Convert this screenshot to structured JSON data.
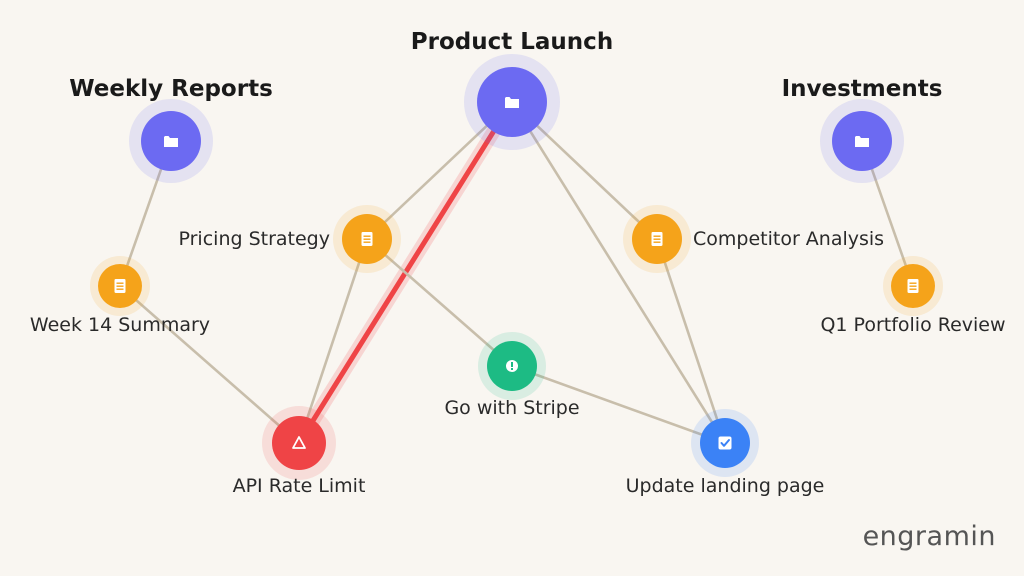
{
  "brand": "engramin",
  "colors": {
    "project": "#6c6af2",
    "note": "#f5a31a",
    "decision": "#1dbb84",
    "issue": "#ef4446",
    "task": "#3b82f6",
    "edge": "#c8beab",
    "highlight_edge": "#ef4446",
    "background": "#f9f6f1"
  },
  "nodes": [
    {
      "id": "weekly_reports",
      "type": "project",
      "icon": "folder-icon",
      "label": "Weekly Reports",
      "style": "title"
    },
    {
      "id": "product_launch",
      "type": "project",
      "icon": "folder-icon",
      "label": "Product Launch",
      "style": "title"
    },
    {
      "id": "investments",
      "type": "project",
      "icon": "folder-icon",
      "label": "Investments",
      "style": "title"
    },
    {
      "id": "pricing_strategy",
      "type": "note",
      "icon": "document-icon",
      "label": "Pricing Strategy"
    },
    {
      "id": "competitor_analysis",
      "type": "note",
      "icon": "document-icon",
      "label": "Competitor Analysis"
    },
    {
      "id": "week14_summary",
      "type": "note",
      "icon": "document-icon",
      "label": "Week 14 Summary"
    },
    {
      "id": "q1_portfolio_review",
      "type": "note",
      "icon": "document-icon",
      "label": "Q1 Portfolio Review"
    },
    {
      "id": "go_with_stripe",
      "type": "decision",
      "icon": "exclamation-icon",
      "label": "Go with Stripe"
    },
    {
      "id": "api_rate_limit",
      "type": "issue",
      "icon": "warning-icon",
      "label": "API Rate Limit"
    },
    {
      "id": "update_landing_page",
      "type": "task",
      "icon": "checkbox-icon",
      "label": "Update landing page"
    }
  ],
  "edges": [
    {
      "from": "weekly_reports",
      "to": "week14_summary"
    },
    {
      "from": "week14_summary",
      "to": "api_rate_limit"
    },
    {
      "from": "product_launch",
      "to": "pricing_strategy"
    },
    {
      "from": "product_launch",
      "to": "competitor_analysis"
    },
    {
      "from": "product_launch",
      "to": "update_landing_page"
    },
    {
      "from": "product_launch",
      "to": "api_rate_limit",
      "highlight": true
    },
    {
      "from": "pricing_strategy",
      "to": "api_rate_limit"
    },
    {
      "from": "pricing_strategy",
      "to": "go_with_stripe"
    },
    {
      "from": "go_with_stripe",
      "to": "update_landing_page"
    },
    {
      "from": "competitor_analysis",
      "to": "update_landing_page"
    },
    {
      "from": "investments",
      "to": "q1_portfolio_review"
    }
  ]
}
